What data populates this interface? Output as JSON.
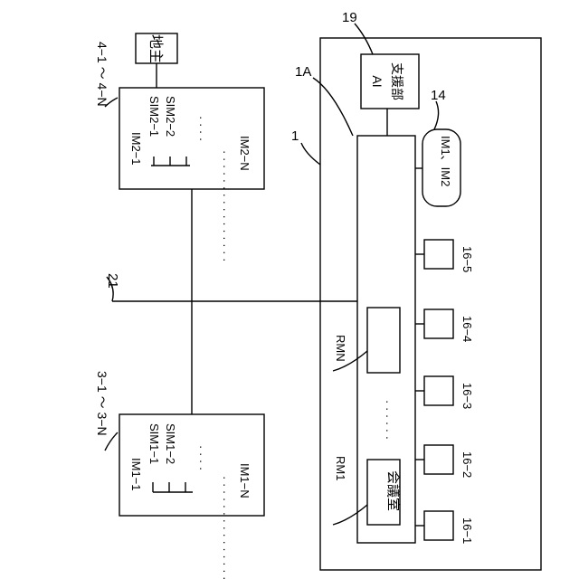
{
  "labels": {
    "landowner": "地主",
    "ai_support": "AI\n支援部",
    "ref_19": "19",
    "ref_1a": "1A",
    "ref_14": "14",
    "ref_1": "1",
    "ref_21": "21",
    "group_4": "4−1 〜 4−N",
    "group_3": "3−1 〜 3−N",
    "im2_1": "IM2−1",
    "im2_n": "IM2−N",
    "sim2_1": "SIM2−1",
    "sim2_2": "SIM2−2",
    "im1_1": "IM1−1",
    "im1_n": "IM1−N",
    "sim1_1": "SIM1−1",
    "sim1_2": "SIM1−2",
    "storage": "IM1、IM2",
    "rm1": "RM1",
    "rmn": "RMN",
    "meeting_room": "会議室",
    "dev_1": "16−1",
    "dev_2": "16−2",
    "dev_3": "16−3",
    "dev_4": "16−4",
    "dev_5": "16−5",
    "dots_short": "· · · ·",
    "dots_long": "· · · · · · · · · · · · · · · ·",
    "dots_rooms": "· · · · · ·"
  }
}
